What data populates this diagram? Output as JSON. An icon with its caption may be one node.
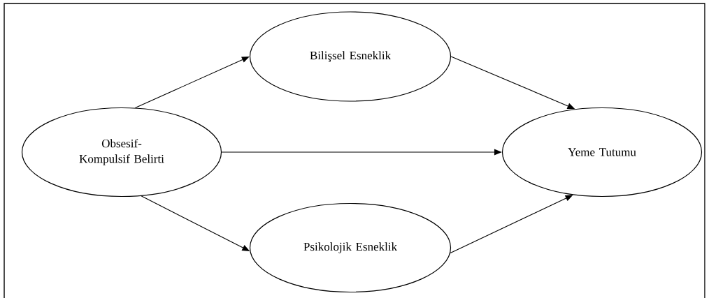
{
  "diagram": {
    "nodes": [
      {
        "text": [
          "Obsesif-Kompulsif Belirti"
        ]
      },
      {
        "text": [
          "Bilişsel Esneklik"
        ]
      },
      {
        "text": [
          "Psikolojik Esneklik"
        ]
      },
      {
        "text": [
          "Yeme Tutumu"
        ]
      }
    ],
    "edges": [
      {
        "from": 0,
        "to": 1,
        "arrow": "to"
      },
      {
        "from": 0,
        "to": 3,
        "arrow": "to"
      },
      {
        "from": 0,
        "to": 2,
        "arrow": "to"
      },
      {
        "from": 1,
        "to": 3,
        "arrow": "to"
      },
      {
        "from": 2,
        "to": 3,
        "arrow": "to"
      }
    ]
  }
}
